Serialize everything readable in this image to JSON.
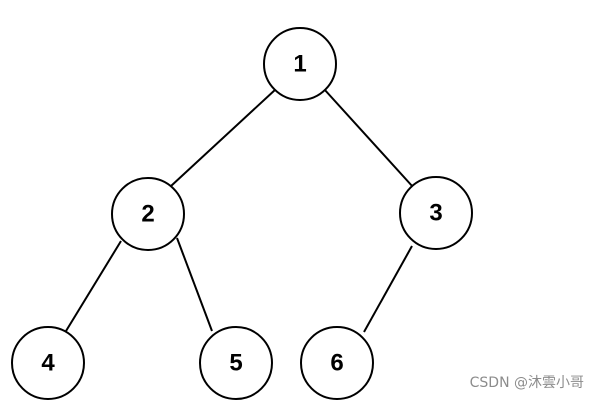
{
  "tree": {
    "nodes": [
      {
        "id": "n1",
        "label": "1"
      },
      {
        "id": "n2",
        "label": "2"
      },
      {
        "id": "n3",
        "label": "3"
      },
      {
        "id": "n4",
        "label": "4"
      },
      {
        "id": "n5",
        "label": "5"
      },
      {
        "id": "n6",
        "label": "6"
      }
    ],
    "edges": [
      {
        "from": "n1",
        "to": "n2"
      },
      {
        "from": "n1",
        "to": "n3"
      },
      {
        "from": "n2",
        "to": "n4"
      },
      {
        "from": "n2",
        "to": "n5"
      },
      {
        "from": "n3",
        "to": "n6"
      }
    ]
  },
  "watermark": {
    "text": "CSDN @沐雲小哥"
  },
  "colors": {
    "stroke": "#000000",
    "fill": "#ffffff",
    "watermark": "#8c8c8c"
  }
}
